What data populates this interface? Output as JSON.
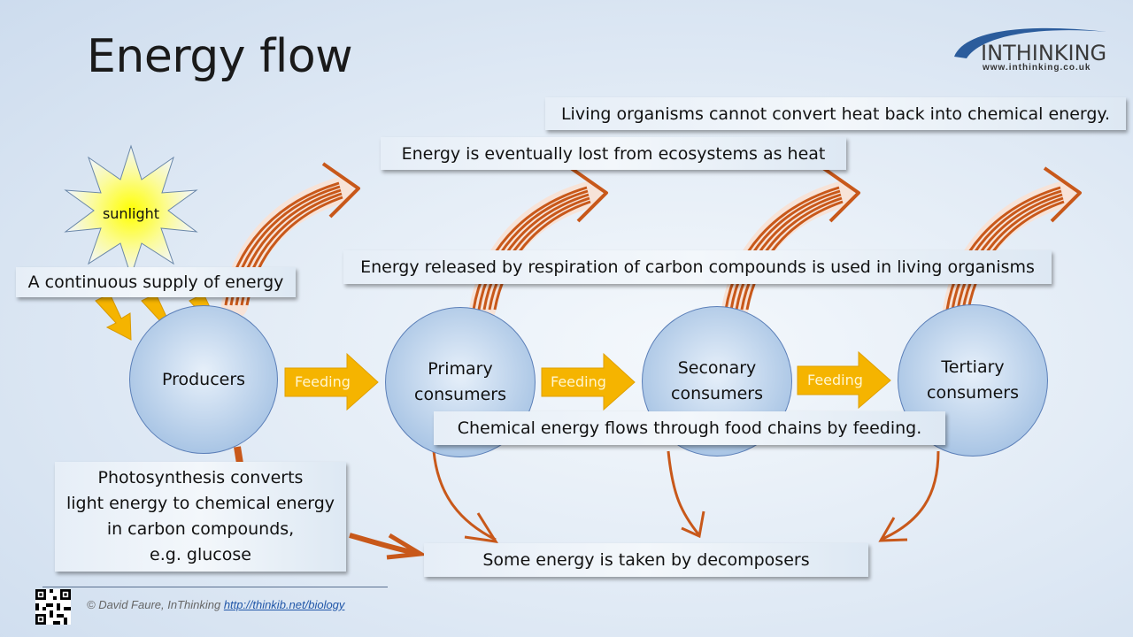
{
  "slide": {
    "title": "Energy flow"
  },
  "logo": {
    "name": "INTHINKING",
    "url": "www.inthinking.co.uk",
    "accent_color": "#2b5c9c"
  },
  "sun": {
    "label": "sunlight",
    "fill_color": "#ffff00"
  },
  "nodes": [
    {
      "id": "producers",
      "label_line1": "Producers",
      "label_line2": ""
    },
    {
      "id": "primary",
      "label_line1": "Primary",
      "label_line2": "consumers"
    },
    {
      "id": "secondary",
      "label_line1": "Seconary",
      "label_line2": "consumers"
    },
    {
      "id": "tertiary",
      "label_line1": "Tertiary",
      "label_line2": "consumers"
    }
  ],
  "feeding_arrows": [
    {
      "label": "Feeding"
    },
    {
      "label": "Feeding"
    },
    {
      "label": "Feeding"
    }
  ],
  "callouts": {
    "continuous_supply": "A continuous supply of energy",
    "heat_loss": "Energy is eventually lost from ecosystems as heat",
    "no_conversion": "Living organisms cannot convert heat back into chemical energy.",
    "respiration": "Energy released by respiration of carbon compounds is used in living organisms",
    "food_chain": "Chemical energy flows through food chains by feeding.",
    "decomposers": "Some energy is taken by decomposers",
    "photosynthesis_line1": "Photosynthesis converts",
    "photosynthesis_line2": "light energy to chemical energy",
    "photosynthesis_line3": "in carbon compounds,",
    "photosynthesis_line4": "e.g. glucose"
  },
  "colors": {
    "feeding_arrow": "#f5b400",
    "heat_arrow": "#c8581a",
    "node_border": "#5b7fb8"
  },
  "footer": {
    "credit": "© David Faure, InThinking ",
    "link_text": "http://thinkib.net/biology"
  }
}
